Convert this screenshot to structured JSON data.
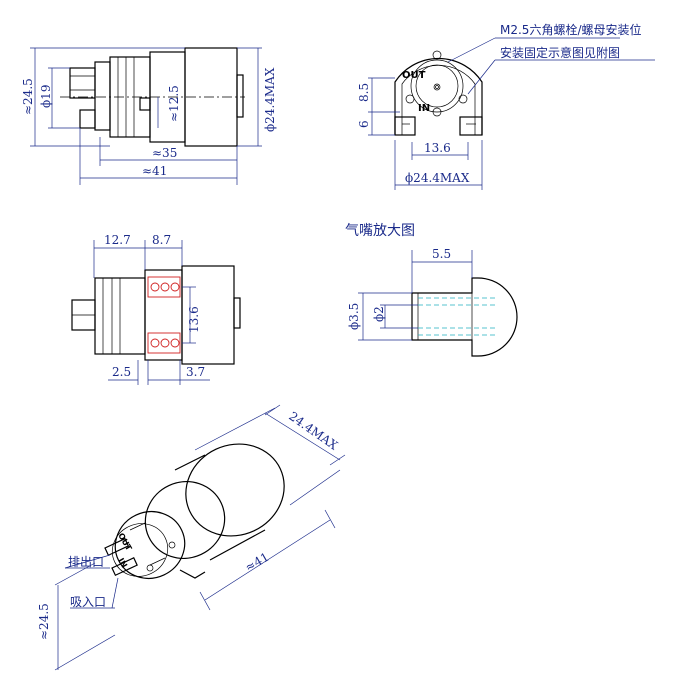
{
  "dimensions": {
    "side_height": "≈24.5",
    "side_diameter_inner": "ϕ19",
    "side_nozzle": "≈12.5",
    "side_length_body": "≈35",
    "side_length_total": "≈41",
    "side_max_diameter": "ϕ24.4MAX",
    "front_h1": "8.5",
    "front_h2": "6",
    "front_width": "13.6",
    "front_max": "ϕ24.4MAX",
    "top_w1": "12.7",
    "top_w2": "8.7",
    "top_gap": "13.6",
    "top_b1": "2.5",
    "top_b2": "3.7",
    "nozzle_len": "5.5",
    "nozzle_outer": "ϕ3.5",
    "nozzle_inner": "ϕ2",
    "iso_max": "24.4MAX",
    "iso_len": "≈41",
    "iso_height": "≈24.5"
  },
  "notes": {
    "mount_line1": "M2.5六角螺栓/螺母安装位",
    "mount_line2": "安装固定示意图见附图",
    "nozzle_title": "气嘴放大图",
    "outlet": "排出口",
    "inlet": "吸入口"
  },
  "port_labels": {
    "out": "OUT",
    "in": "IN",
    "iso_out": "OUT",
    "iso_in": "IN"
  }
}
